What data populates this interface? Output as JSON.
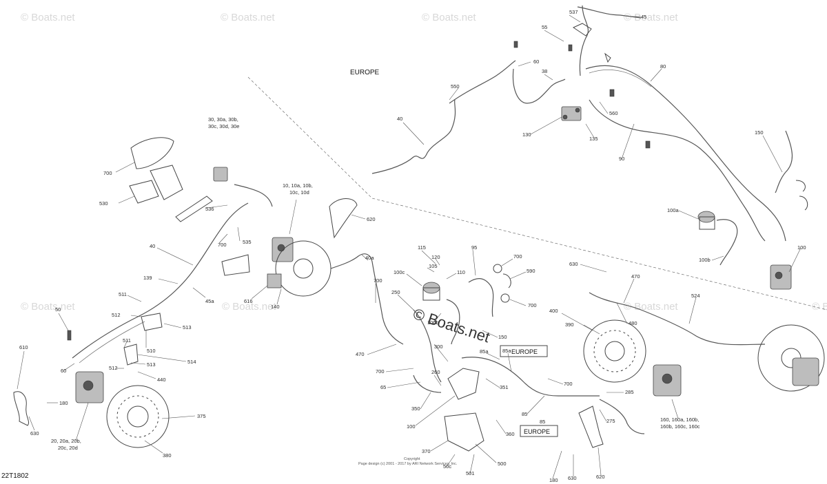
{
  "watermark": {
    "text": "© Boats.net",
    "center_text": "© Boats.net"
  },
  "region_labels": {
    "europe_top": "EUROPE",
    "europe_box_1": "EUROPE",
    "europe_box_2": "EUROPE"
  },
  "footer": {
    "copyright_1": "Copyright",
    "copyright_2": "Page design (c) 2001 - 2017 by ARI Network Services, Inc.",
    "diagram_code": "22T1802"
  },
  "callouts": {
    "c_537": "537",
    "c_45": "45",
    "c_55": "55",
    "c_60": "60",
    "c_38": "38",
    "c_80": "80",
    "c_550": "550",
    "c_40_top": "40",
    "c_560": "560",
    "c_130": "130",
    "c_135": "135",
    "c_90": "90",
    "c_150_r": "150",
    "c_100a": "100a",
    "c_100b_r": "100b",
    "c_100": "100",
    "c_30": "30, 30a, 30b,",
    "c_30b": "30c, 30d, 30e",
    "c_700_a": "700",
    "c_530": "530",
    "c_536": "536",
    "c_700_b": "700",
    "c_535": "535",
    "c_10": "10, 10a, 10b,",
    "c_10b": "10c, 10d",
    "c_620_a": "620",
    "c_40_l": "40",
    "c_139": "139",
    "c_45a": "45a",
    "c_616": "616",
    "c_140": "140",
    "c_511_a": "511",
    "c_512_a": "512",
    "c_513_a": "513",
    "c_50": "50",
    "c_510": "510",
    "c_511_b": "511",
    "c_514": "514",
    "c_513_b": "513",
    "c_512_b": "512",
    "c_440": "440",
    "c_610": "610",
    "c_60_l": "60",
    "c_180_l": "180",
    "c_630_l": "630",
    "c_20": "20, 20a, 20b,",
    "c_20b": "20c, 20d",
    "c_375": "375",
    "c_380_l": "380",
    "c_40a": "40a",
    "c_700_c": "700",
    "c_115": "115",
    "c_120": "120",
    "c_105": "105",
    "c_110": "110",
    "c_100c": "100c",
    "c_95": "95",
    "c_700_d": "700",
    "c_590": "590",
    "c_700_e": "700",
    "c_250": "250",
    "c_100b_c": "100b",
    "c_150_c": "150",
    "c_630_r": "630",
    "c_470_r": "470",
    "c_524": "524",
    "c_400": "400",
    "c_390": "390",
    "c_480": "480",
    "c_470_c": "470",
    "c_300": "300",
    "c_85a_1": "85a",
    "c_85a_2": "85a",
    "c_700_f": "700",
    "c_260": "260",
    "c_65": "65",
    "c_351": "351",
    "c_700_g": "700",
    "c_285": "285",
    "c_350": "350",
    "c_85": "85",
    "c_85b": "85",
    "c_275": "275",
    "c_100_c": "100",
    "c_360": "360",
    "c_370": "370",
    "c_500": "500",
    "c_50c": "50c",
    "c_501": "501",
    "c_180_c": "180",
    "c_630_c": "630",
    "c_620_c": "620",
    "c_160": "160, 160a, 160b,",
    "c_160b": "160b, 160c, 160c"
  }
}
